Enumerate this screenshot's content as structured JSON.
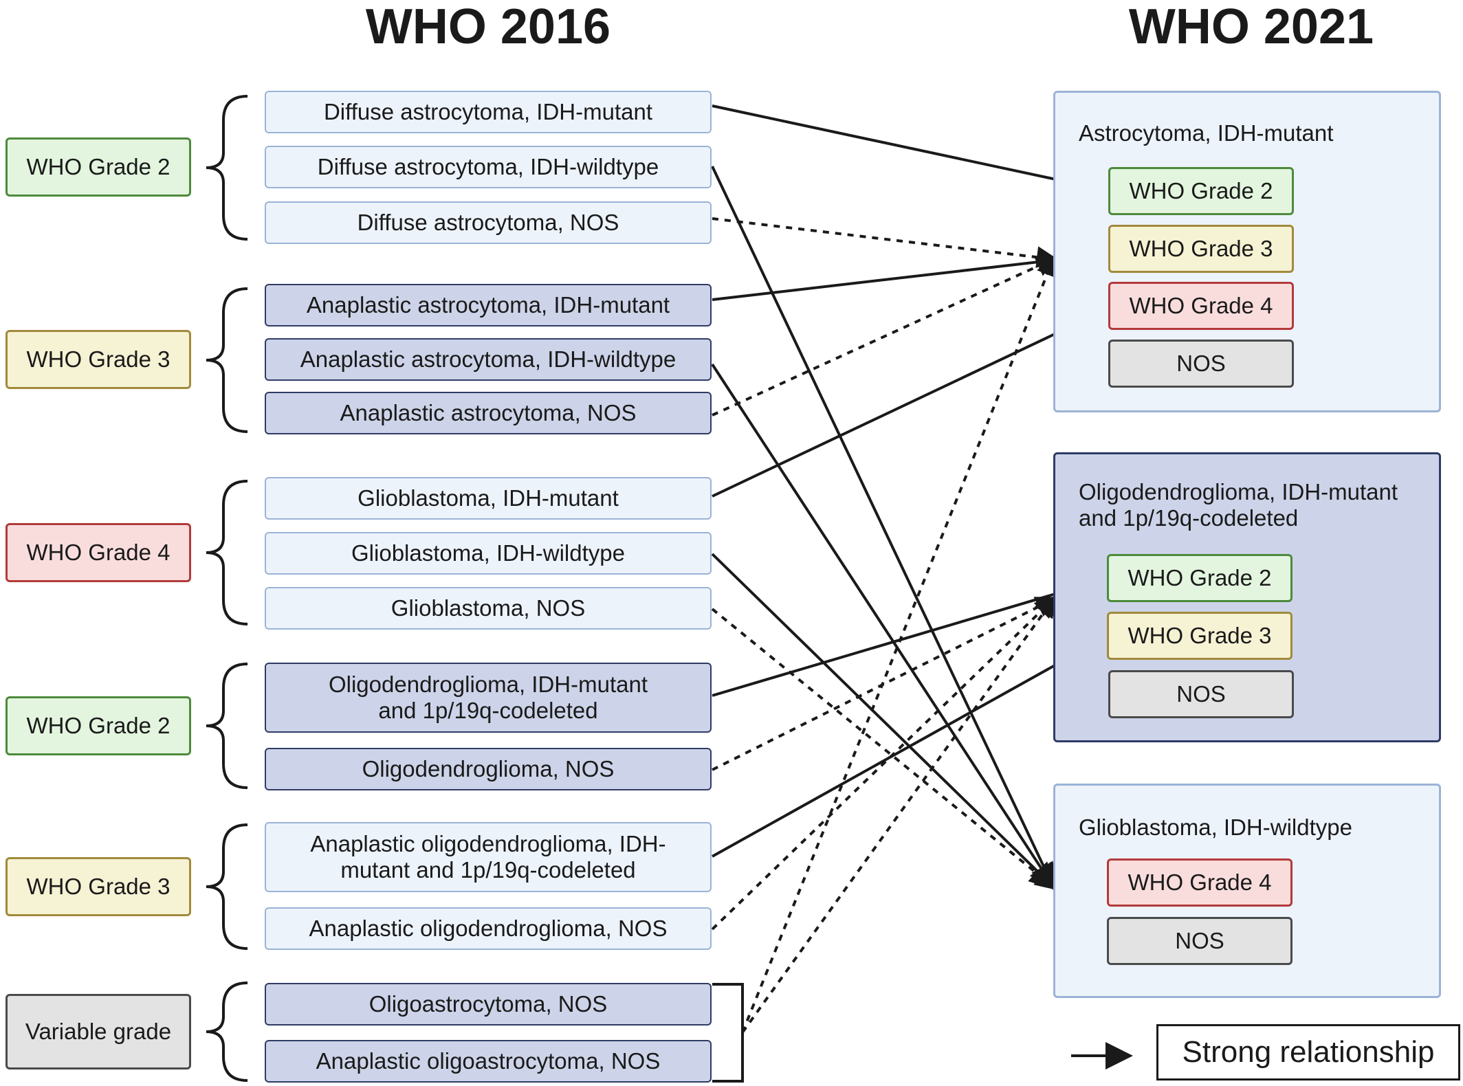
{
  "headers": {
    "left": "WHO 2016",
    "right": "WHO 2021"
  },
  "grade_groups": [
    {
      "label": "WHO Grade 2",
      "grade": "2"
    },
    {
      "label": "WHO Grade 3",
      "grade": "3"
    },
    {
      "label": "WHO Grade 4",
      "grade": "4"
    },
    {
      "label": "WHO Grade 2",
      "grade": "2"
    },
    {
      "label": "WHO Grade 3",
      "grade": "3"
    },
    {
      "label": "Variable grade",
      "grade": "variable"
    }
  ],
  "entities_2016": [
    {
      "label": "Diffuse astrocytoma, IDH-mutant",
      "style": "light"
    },
    {
      "label": "Diffuse astrocytoma, IDH-wildtype",
      "style": "light"
    },
    {
      "label": "Diffuse astrocytoma, NOS",
      "style": "light"
    },
    {
      "label": "Anaplastic astrocytoma, IDH-mutant",
      "style": "dark"
    },
    {
      "label": "Anaplastic astrocytoma, IDH-wildtype",
      "style": "dark"
    },
    {
      "label": "Anaplastic astrocytoma, NOS",
      "style": "dark"
    },
    {
      "label": "Glioblastoma, IDH-mutant",
      "style": "light"
    },
    {
      "label": "Glioblastoma, IDH-wildtype",
      "style": "light"
    },
    {
      "label": "Glioblastoma, NOS",
      "style": "light"
    },
    {
      "label": "Oligodendroglioma, IDH-mutant and 1p/19q-codeleted",
      "style": "dark"
    },
    {
      "label": "Oligodendroglioma, NOS",
      "style": "dark"
    },
    {
      "label": "Anaplastic oligodendroglioma, IDH-mutant and 1p/19q-codeleted",
      "style": "light"
    },
    {
      "label": "Anaplastic oligodendroglioma, NOS",
      "style": "light"
    },
    {
      "label": "Oligoastrocytoma, NOS",
      "style": "dark"
    },
    {
      "label": "Anaplastic oligoastrocytoma, NOS",
      "style": "dark"
    }
  ],
  "entities_2021": [
    {
      "title": "Astrocytoma, IDH-mutant",
      "grades": [
        "WHO Grade 2",
        "WHO Grade 3",
        "WHO Grade 4",
        "NOS"
      ]
    },
    {
      "title": "Oligodendroglioma, IDH-mutant and 1p/19q-codeleted",
      "grades": [
        "WHO Grade 2",
        "WHO Grade 3",
        "NOS"
      ]
    },
    {
      "title": "Glioblastoma, IDH-wildtype",
      "grades": [
        "WHO Grade 4",
        "NOS"
      ]
    }
  ],
  "legend": {
    "strong": "Strong relationship"
  },
  "relationships": [
    {
      "from": "Diffuse astrocytoma, IDH-mutant",
      "to": "Astrocytoma, IDH-mutant / WHO Grade 2",
      "type": "strong"
    },
    {
      "from": "Diffuse astrocytoma, IDH-wildtype",
      "to": "Glioblastoma, IDH-wildtype",
      "type": "strong"
    },
    {
      "from": "Diffuse astrocytoma, NOS",
      "to": "Astrocytoma, IDH-mutant",
      "type": "dashed"
    },
    {
      "from": "Anaplastic astrocytoma, IDH-mutant",
      "to": "Astrocytoma, IDH-mutant / WHO Grade 3",
      "type": "strong"
    },
    {
      "from": "Anaplastic astrocytoma, IDH-wildtype",
      "to": "Glioblastoma, IDH-wildtype",
      "type": "strong"
    },
    {
      "from": "Anaplastic astrocytoma, NOS",
      "to": "Astrocytoma, IDH-mutant",
      "type": "dashed"
    },
    {
      "from": "Glioblastoma, IDH-mutant",
      "to": "Astrocytoma, IDH-mutant / WHO Grade 4",
      "type": "strong"
    },
    {
      "from": "Glioblastoma, IDH-wildtype",
      "to": "Glioblastoma, IDH-wildtype",
      "type": "strong"
    },
    {
      "from": "Glioblastoma, NOS",
      "to": "Glioblastoma, IDH-wildtype",
      "type": "dashed"
    },
    {
      "from": "Oligodendroglioma, IDH-mutant and 1p/19q-codeleted",
      "to": "Oligodendroglioma / WHO Grade 2",
      "type": "strong"
    },
    {
      "from": "Oligodendroglioma, NOS",
      "to": "Oligodendroglioma",
      "type": "dashed"
    },
    {
      "from": "Anaplastic oligodendroglioma, IDH-mutant and 1p/19q-codeleted",
      "to": "Oligodendroglioma / WHO Grade 3",
      "type": "strong"
    },
    {
      "from": "Anaplastic oligodendroglioma, NOS",
      "to": "Oligodendroglioma",
      "type": "dashed"
    },
    {
      "from": "Oligoastrocytoma, NOS + Anaplastic oligoastrocytoma, NOS",
      "to": "Astrocytoma, IDH-mutant",
      "type": "dashed"
    },
    {
      "from": "Oligoastrocytoma, NOS + Anaplastic oligoastrocytoma, NOS",
      "to": "Oligodendroglioma",
      "type": "dashed"
    }
  ]
}
